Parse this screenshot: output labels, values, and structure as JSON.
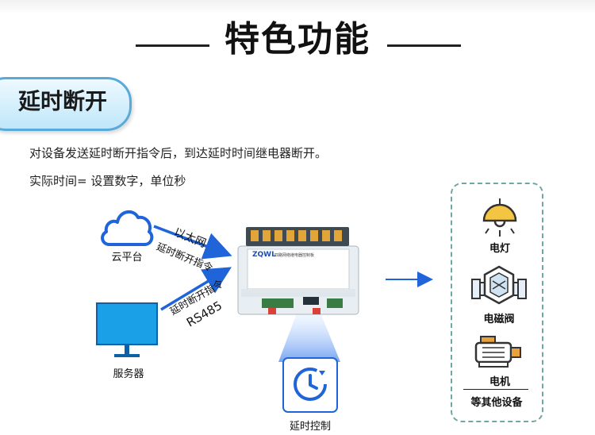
{
  "page": {
    "title": "特色功能",
    "section_label": "延时断开",
    "description_1": "对设备发送延时断开指令后，到达延时时间继电器断开。",
    "description_2": "实际时间= 设置数字，单位秒"
  },
  "diagram": {
    "cloud_label": "云平台",
    "server_label": "服务器",
    "ethernet_label": "以太网",
    "cmd_label_top": "延时断开指令",
    "cmd_label_bottom": "延时断开指令",
    "rs485_label": "RS485",
    "delay_control_label": "延时控制",
    "device": {
      "brand": "ZQWL",
      "name": "四路网络继电器控制板"
    },
    "outputs": {
      "lamp_label": "电灯",
      "valve_label": "电磁阀",
      "motor_label": "电机",
      "other_label": "等其他设备"
    }
  },
  "colors": {
    "accent_blue": "#1f64d8",
    "pill_border": "#59a9d9",
    "dash_border": "#6ea7a3",
    "monitor_blue": "#1aa0e6"
  }
}
